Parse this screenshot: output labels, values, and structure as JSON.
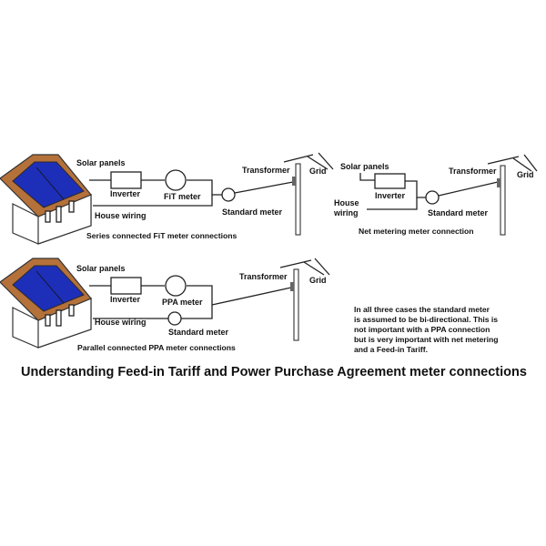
{
  "labels": {
    "solar_panels": "Solar panels",
    "inverter": "Inverter",
    "fit_meter": "FiT meter",
    "ppa_meter": "PPA meter",
    "standard_meter": "Standard meter",
    "house_wiring": "House wiring",
    "house": "House",
    "wiring": "wiring",
    "transformer": "Transformer",
    "grid": "Grid"
  },
  "captions": {
    "series": "Series connected FiT meter connections",
    "net": "Net metering meter connection",
    "parallel": "Parallel connected PPA meter connections"
  },
  "note_lines": [
    "In all three cases the standard meter",
    "is assumed to be bi-directional. This is",
    "not important with a PPA connection",
    "but is very important with net metering",
    "and a Feed-in Tariff."
  ],
  "title": "Understanding Feed-in Tariff and Power Purchase Agreement meter connections",
  "colors": {
    "roof": "#b5713a",
    "panel": "#1d2fb8",
    "line": "#222222"
  }
}
